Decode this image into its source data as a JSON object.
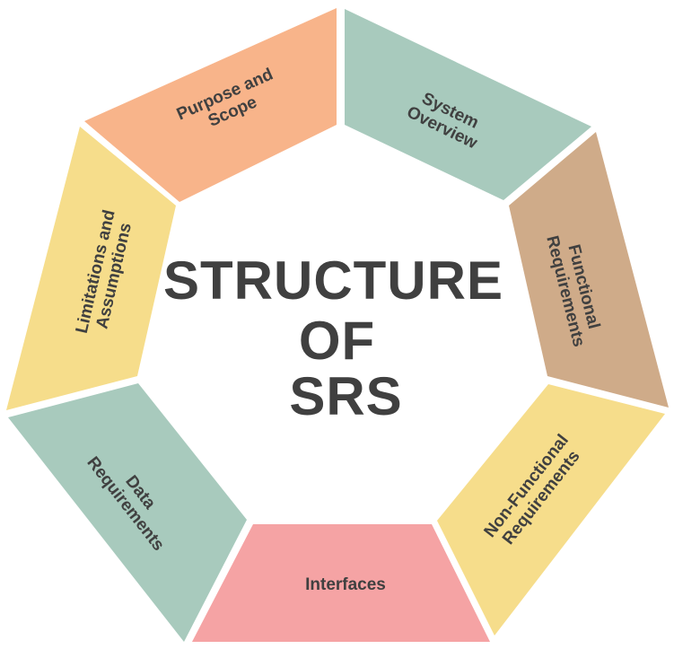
{
  "title": {
    "line1": "STRUCTURE",
    "line2": "OF",
    "line3": "SRS"
  },
  "segments": [
    {
      "label_line1": "Purpose and",
      "label_line2": "Scope",
      "color": "#F8B48A"
    },
    {
      "label_line1": "System",
      "label_line2": "Overview",
      "color": "#A8CABD"
    },
    {
      "label_line1": "Functional",
      "label_line2": "Requirements",
      "color": "#CFAB89"
    },
    {
      "label_line1": "Non-Functional",
      "label_line2": "Requirements",
      "color": "#F6DD8B"
    },
    {
      "label_line1": "Interfaces",
      "label_line2": "",
      "color": "#F5A3A4"
    },
    {
      "label_line1": "Data",
      "label_line2": "Requirements",
      "color": "#A8CABD"
    },
    {
      "label_line1": "Limitations and",
      "label_line2": "Assumptions",
      "color": "#F6DD8B"
    }
  ]
}
